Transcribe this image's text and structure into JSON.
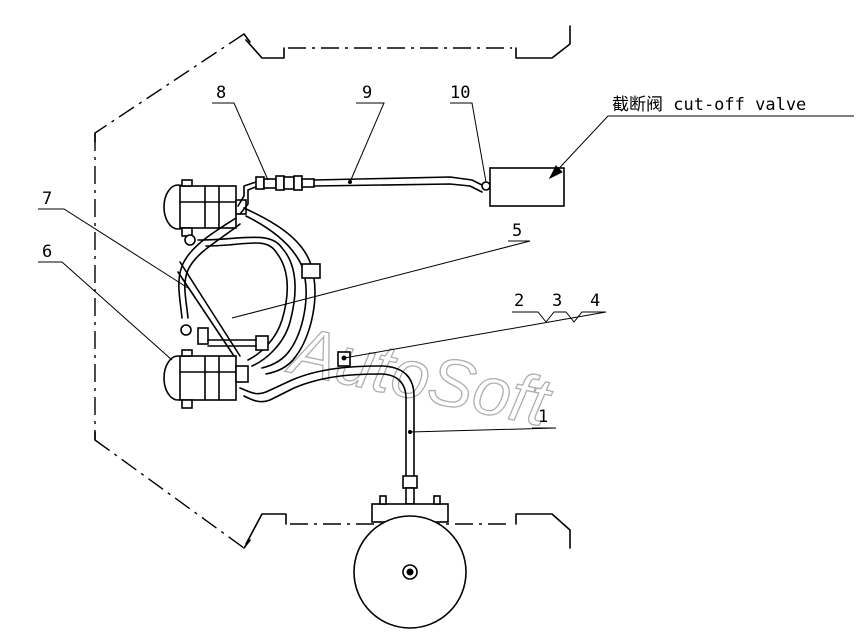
{
  "diagram": {
    "callouts": [
      "8",
      "9",
      "10",
      "7",
      "6",
      "5",
      "2",
      "3",
      "4",
      "1"
    ],
    "valve_label": "截断阀 cut-off valve",
    "watermark": "AutoSoft"
  }
}
